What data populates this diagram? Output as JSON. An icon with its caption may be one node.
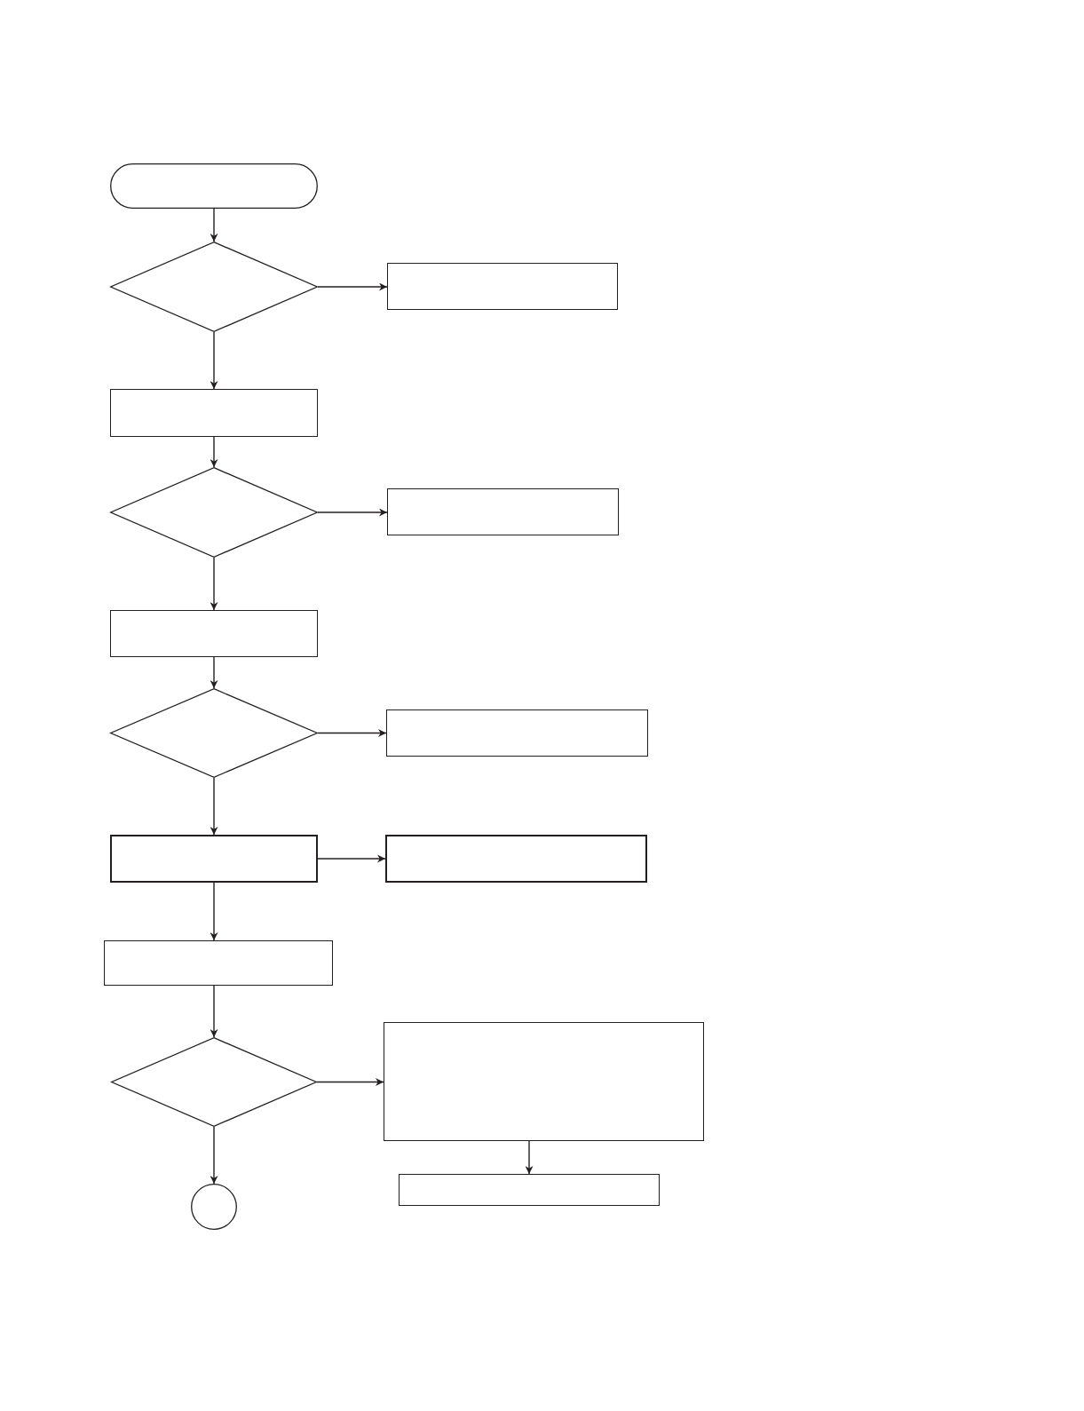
{
  "diagram": {
    "nodes": [
      {
        "text": [],
        "shape": "stadium"
      },
      {
        "text": [],
        "shape": "diamond"
      },
      {
        "text": [],
        "shape": "box"
      },
      {
        "text": [],
        "shape": "box"
      },
      {
        "text": [],
        "shape": "diamond"
      },
      {
        "text": [],
        "shape": "box"
      },
      {
        "text": [],
        "shape": "box"
      },
      {
        "text": [],
        "shape": "diamond"
      },
      {
        "text": [],
        "shape": "box"
      },
      {
        "text": [],
        "shape": "box"
      },
      {
        "text": [],
        "shape": "box"
      },
      {
        "text": [],
        "shape": "box"
      },
      {
        "text": [],
        "shape": "diamond"
      },
      {
        "text": [],
        "shape": "box"
      },
      {
        "text": [],
        "shape": "box"
      },
      {
        "text": [],
        "shape": "circle"
      }
    ],
    "edges": [
      {
        "from": 0,
        "to": 1,
        "arrow": "to"
      },
      {
        "from": 1,
        "to": 2,
        "arrow": "to"
      },
      {
        "from": 1,
        "to": 3,
        "arrow": "to"
      },
      {
        "from": 3,
        "to": 4,
        "arrow": "to"
      },
      {
        "from": 4,
        "to": 5,
        "arrow": "to"
      },
      {
        "from": 4,
        "to": 6,
        "arrow": "to"
      },
      {
        "from": 6,
        "to": 7,
        "arrow": "to"
      },
      {
        "from": 7,
        "to": 8,
        "arrow": "to"
      },
      {
        "from": 7,
        "to": 9,
        "arrow": "to"
      },
      {
        "from": 9,
        "to": 10,
        "arrow": "to"
      },
      {
        "from": 9,
        "to": 11,
        "arrow": "to"
      },
      {
        "from": 11,
        "to": 12,
        "arrow": "to"
      },
      {
        "from": 12,
        "to": 13,
        "arrow": "to"
      },
      {
        "from": 12,
        "to": 15,
        "arrow": "to"
      },
      {
        "from": 13,
        "to": 14,
        "arrow": "to"
      }
    ]
  }
}
